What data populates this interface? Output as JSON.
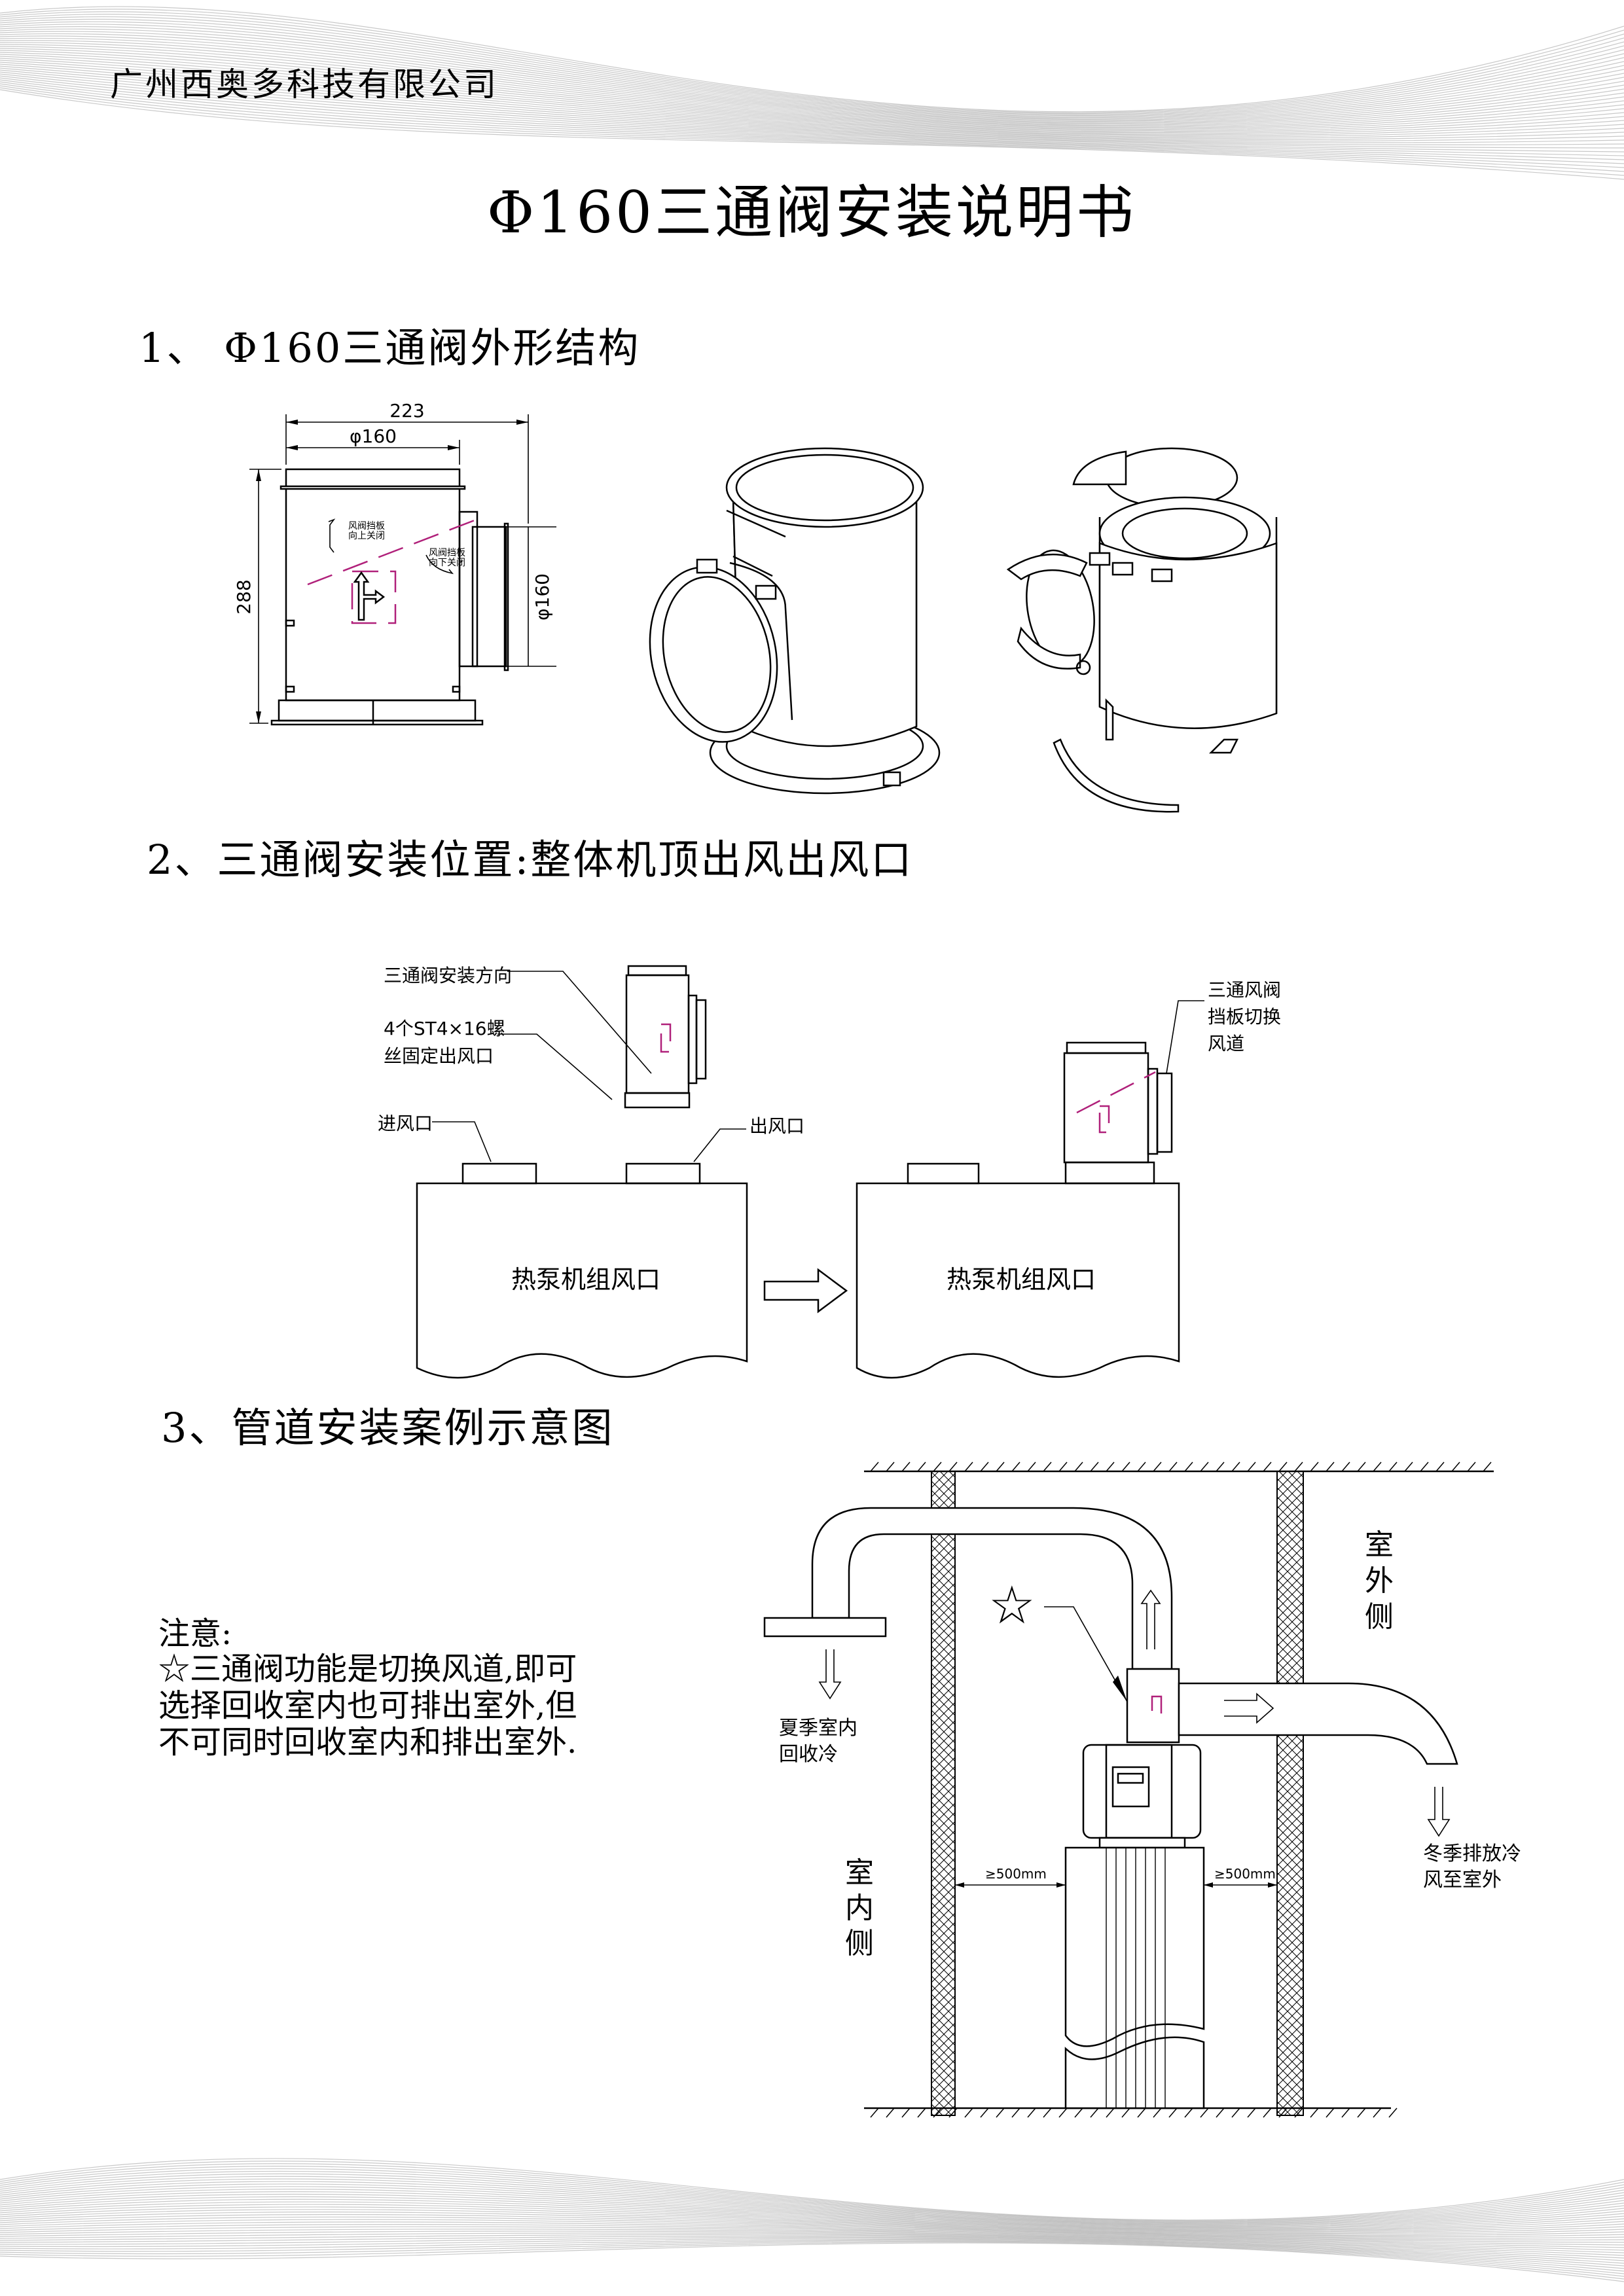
{
  "header": {
    "company": "广州西奥多科技有限公司"
  },
  "title": "Φ160三通阀安装说明书",
  "sections": [
    {
      "heading": "1、 Φ160三通阀外形结构"
    },
    {
      "heading": "2、三通阀安装位置:整体机顶出风出风口"
    },
    {
      "heading": "3、管道安装案例示意图"
    }
  ],
  "fig1": {
    "dim_width": "223",
    "dim_phi_top": "φ160",
    "dim_height": "288",
    "dim_phi_side": "φ160",
    "label_up": [
      "风阀挡板",
      "向上关闭"
    ],
    "label_down": [
      "风阀挡板",
      "向下关闭"
    ]
  },
  "fig2": {
    "install_direction": "三通阀安装方向",
    "screws": [
      "4个ST4×16螺",
      "丝固定出风口"
    ],
    "inlet": "进风口",
    "outlet": "出风口",
    "switch": [
      "三通风阀",
      "挡板切换",
      "风道"
    ],
    "unit_label_left": "热泵机组风口",
    "unit_label_right": "热泵机组风口"
  },
  "fig3": {
    "outdoor": [
      "室",
      "外",
      "侧"
    ],
    "indoor": [
      "室",
      "内",
      "侧"
    ],
    "summer": [
      "夏季室内",
      "回收冷"
    ],
    "winter": [
      "冬季排放冷",
      "风至室外"
    ],
    "clearance_left": "≥500mm",
    "clearance_right": "≥500mm",
    "star": "☆"
  },
  "note": {
    "title": "注意:",
    "lines": [
      "☆三通阀功能是切换风道,即可",
      "选择回收室内也可排出室外,但",
      "不可同时回收室内和排出室外."
    ]
  },
  "colors": {
    "accent_magenta": "#b0207a",
    "line": "#000000",
    "wave": "#9a9a9a"
  }
}
